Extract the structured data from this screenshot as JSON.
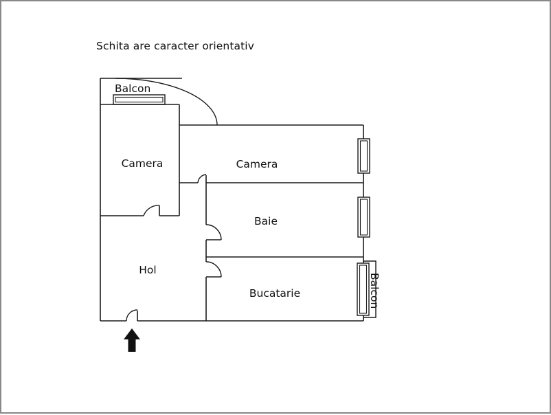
{
  "page": {
    "title_note": "Schita are caracter orientativ",
    "border_color": "#888888",
    "background": "#ffffff",
    "wall_color": "#1a1a1a",
    "text_color": "#111111"
  },
  "floorplan": {
    "rooms": [
      {
        "id": "camera-left",
        "label": "Camera"
      },
      {
        "id": "camera-right",
        "label": "Camera"
      },
      {
        "id": "baie",
        "label": "Baie"
      },
      {
        "id": "hol",
        "label": "Hol"
      },
      {
        "id": "bucatarie",
        "label": "Bucatarie"
      }
    ],
    "balconies": [
      {
        "id": "balcon-top",
        "label": "Balcon",
        "orientation": "horizontal"
      },
      {
        "id": "balcon-right",
        "label": "Balcon",
        "orientation": "vertical"
      }
    ],
    "entrance": {
      "label": "",
      "marker": "up-arrow"
    }
  }
}
